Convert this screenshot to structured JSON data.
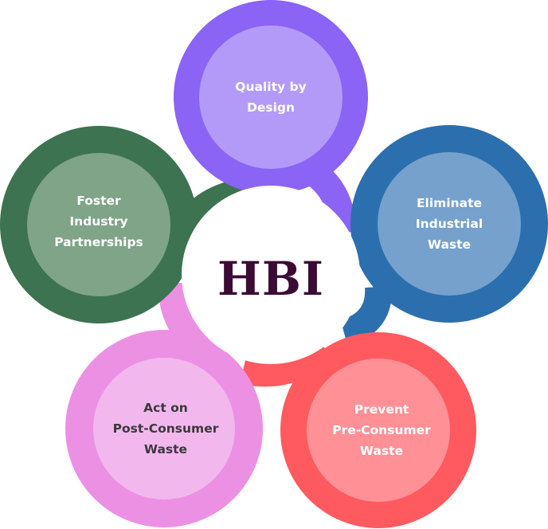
{
  "center": {
    "label": "HBI",
    "color": "#3B0A35"
  },
  "nodes": [
    {
      "id": "quality",
      "lines": [
        "Quality by",
        "Design"
      ],
      "ring": "#8B63F5",
      "fill": "#B39AF9"
    },
    {
      "id": "eliminate",
      "lines": [
        "Eliminate",
        "Industrial",
        "Waste"
      ],
      "ring": "#2C6FAE",
      "fill": "#75A1CC"
    },
    {
      "id": "prevent",
      "lines": [
        "Prevent",
        "Pre-Consumer",
        "Waste"
      ],
      "ring": "#FF5A5F",
      "fill": "#FF9196"
    },
    {
      "id": "act",
      "lines": [
        "Act on",
        "Post-Consumer",
        "Waste"
      ],
      "ring": "#EC90E4",
      "fill": "#F2B8EE"
    },
    {
      "id": "foster",
      "lines": [
        "Foster",
        "Industry",
        "Partnerships"
      ],
      "ring": "#3D7350",
      "fill": "#7FA488"
    }
  ]
}
